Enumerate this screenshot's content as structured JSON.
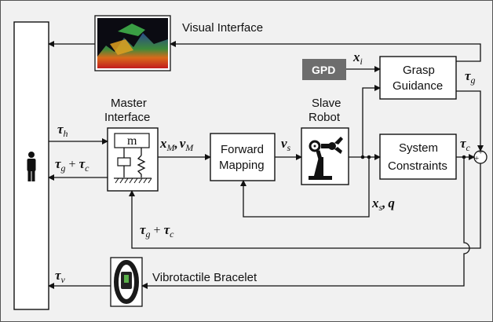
{
  "blocks": {
    "visual_interface": "Visual Interface",
    "master_interface_line1": "Master",
    "master_interface_line2": "Interface",
    "mass_label": "m",
    "forward_mapping_line1": "Forward",
    "forward_mapping_line2": "Mapping",
    "slave_robot_line1": "Slave",
    "slave_robot_line2": "Robot",
    "grasp_guidance_line1": "Grasp",
    "grasp_guidance_line2": "Guidance",
    "system_constraints_line1": "System",
    "system_constraints_line2": "Constraints",
    "gpd": "GPD",
    "vibrotactile_bracelet": "Vibrotactile Bracelet"
  },
  "signals": {
    "tau_h": {
      "sym": "τ",
      "sub": "h"
    },
    "tau_g_plus_tau_c": {
      "sym1": "τ",
      "sub1": "g",
      "op": "+",
      "sym2": "τ",
      "sub2": "c"
    },
    "x_M_v_M": {
      "sym1": "x",
      "sub1": "M",
      "sep": ",",
      "sym2": "v",
      "sub2": "M"
    },
    "v_s": {
      "sym": "v",
      "sub": "s"
    },
    "x_i": {
      "sym": "x",
      "sub": "i"
    },
    "tau_g": {
      "sym": "τ",
      "sub": "g"
    },
    "tau_c": {
      "sym": "τ",
      "sub": "c"
    },
    "x_s_q": {
      "sym1": "x",
      "sub1": "s",
      "sep": ",",
      "sym2": "q"
    },
    "tau_g_plus_tau_c_feedback": {
      "sym1": "τ",
      "sub1": "g",
      "op": "+",
      "sym2": "τ",
      "sub2": "c"
    },
    "tau_v": {
      "sym": "τ",
      "sub": "v"
    },
    "sum_signs": {
      "top": "+",
      "left": "+"
    }
  },
  "colors": {
    "gpd_fill": "#6d6d6d",
    "frame_fill": "#f1f1f1"
  },
  "icons": {
    "human": "human-icon",
    "robot": "robot-arm-icon",
    "visual": "point-cloud-image",
    "bracelet": "bracelet-image"
  }
}
